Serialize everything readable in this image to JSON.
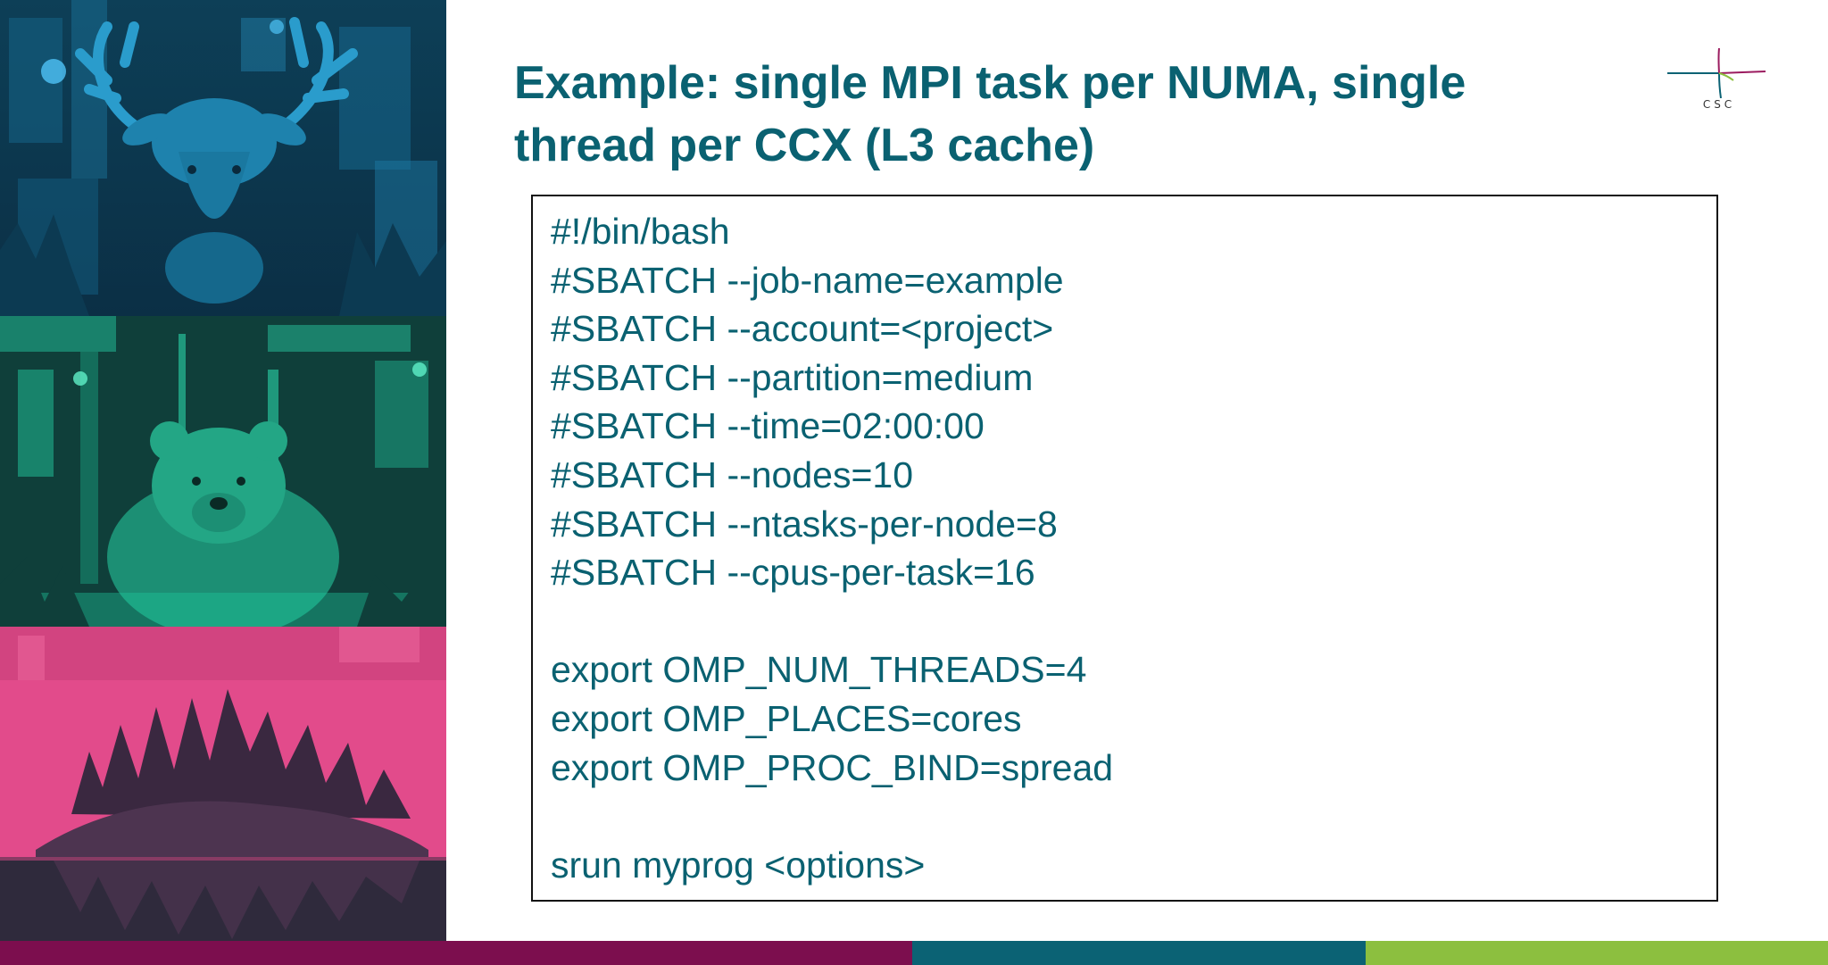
{
  "slide": {
    "title": "Example: single MPI task per NUMA, single thread per CCX (L3 cache)",
    "logo_text": "CSC",
    "code_lines": [
      "#!/bin/bash",
      "#SBATCH --job-name=example",
      "#SBATCH --account=<project>",
      "#SBATCH --partition=medium",
      "#SBATCH --time=02:00:00",
      "#SBATCH --nodes=10",
      "#SBATCH --ntasks-per-node=8",
      "#SBATCH --cpus-per-task=16",
      "",
      "export OMP_NUM_THREADS=4",
      "export OMP_PLACES=cores",
      "export OMP_PROC_BIND=spread",
      "",
      "srun myprog <options>"
    ]
  },
  "images": {
    "top": "moose-icon",
    "middle": "bear-icon",
    "bottom": "forest-lake-icon"
  },
  "colors": {
    "title": "#0a6171",
    "code": "#0a6171",
    "moose_tint": "#1d8fb8",
    "bear_tint": "#28c7a0",
    "forest_tint": "#e24b8b",
    "bar_magenta": "#7c0e4e",
    "bar_teal": "#0b6274",
    "bar_green": "#8cbf3f"
  }
}
